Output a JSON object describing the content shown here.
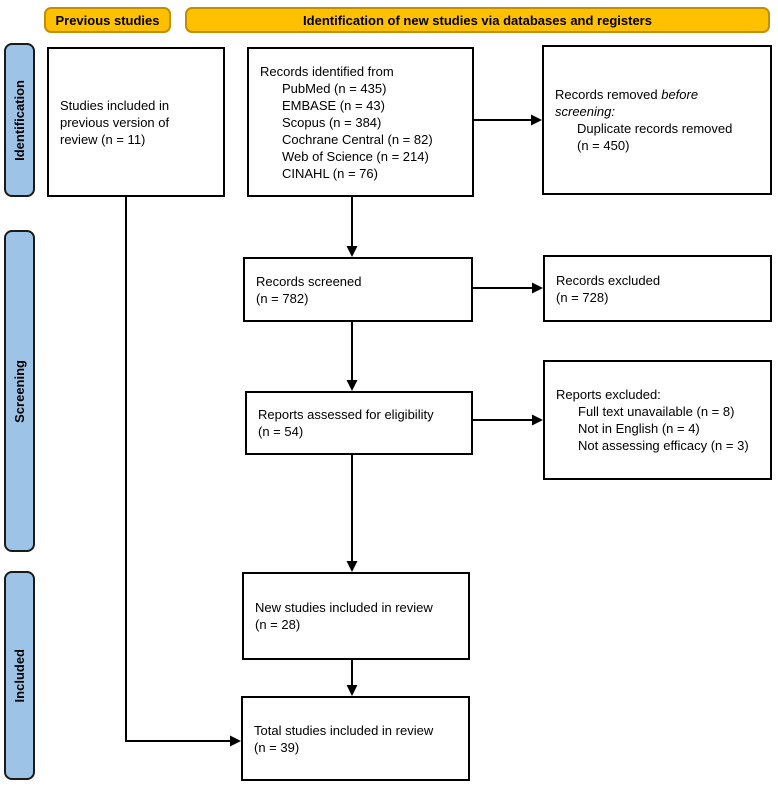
{
  "headers": {
    "previous_studies": "Previous studies",
    "new_studies": "Identification of new studies via databases and registers"
  },
  "stages": [
    {
      "label": "Identification"
    },
    {
      "label": "Screening"
    },
    {
      "label": "Included"
    }
  ],
  "boxes": {
    "previous_version": {
      "lines": [
        "Studies included in",
        "previous version of",
        "review (n = 11)"
      ]
    },
    "records_identified": {
      "title": "Records identified from",
      "sources": [
        "PubMed (n = 435)",
        "EMBASE (n = 43)",
        "Scopus (n = 384)",
        "Cochrane Central (n = 82)",
        "Web of Science (n = 214)",
        "CINAHL (n = 76)"
      ]
    },
    "records_removed": {
      "normal_prefix": "Records removed ",
      "italic_line1": "before",
      "italic_line2": "screening:",
      "detail_lines": [
        "Duplicate records removed",
        "(n = 450)"
      ]
    },
    "records_screened": {
      "lines": [
        "Records screened",
        "(n = 782)"
      ]
    },
    "records_excluded": {
      "lines": [
        "Records excluded",
        "(n = 728)"
      ]
    },
    "reports_assessed": {
      "lines": [
        "Reports assessed for eligibility",
        "(n = 54)"
      ]
    },
    "reports_excluded": {
      "title": "Reports excluded:",
      "reasons": [
        "Full text unavailable (n = 8)",
        "Not in English (n = 4)",
        "Not assessing efficacy (n = 3)"
      ]
    },
    "new_studies": {
      "lines": [
        "New studies included in review",
        "(n = 28)"
      ]
    },
    "total_studies": {
      "lines": [
        "Total studies included in review",
        "(n = 39)"
      ]
    }
  },
  "colors": {
    "header_fill": "#FFC000",
    "header_border": "#BF9000",
    "stage_fill": "#9DC3E6",
    "box_border": "#000000",
    "arrow_color": "#000000"
  }
}
